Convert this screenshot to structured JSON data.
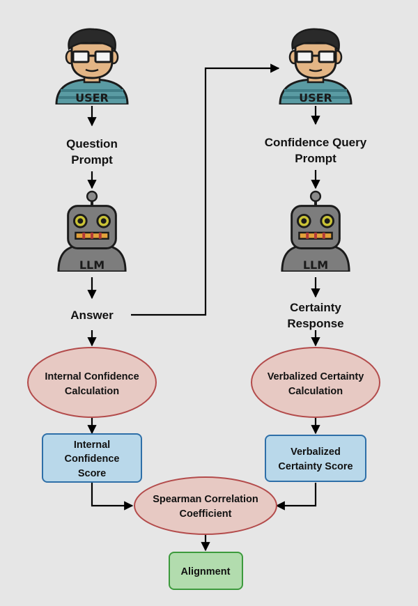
{
  "icons": {
    "user_label": "USER",
    "llm_label": "LLM"
  },
  "left": {
    "question_line1": "Question",
    "question_line2": "Prompt",
    "answer": "Answer",
    "internal_calc_line1": "Internal Confidence",
    "internal_calc_line2": "Calculation",
    "internal_score_line1": "Internal",
    "internal_score_line2": "Confidence",
    "internal_score_line3": "Score"
  },
  "right": {
    "confidence_query_line1": "Confidence Query",
    "confidence_query_line2": "Prompt",
    "certainty_response_line1": "Certainty",
    "certainty_response_line2": "Response",
    "verbal_calc_line1": "Verbalized Certainty",
    "verbal_calc_line2": "Calculation",
    "verbal_score_line1": "Verbalized",
    "verbal_score_line2": "Certainty Score"
  },
  "bottom": {
    "spearman_line1": "Spearman Correlation",
    "spearman_line2": "Coefficient",
    "alignment": "Alignment"
  },
  "colors": {
    "background": "#e6e6e6",
    "ellipse_fill": "#e7c9c3",
    "ellipse_stroke": "#b34b4b",
    "blue_fill": "#b9d8ea",
    "blue_stroke": "#2e6fa8",
    "green_fill": "#b2dcae",
    "green_stroke": "#3c9a3c",
    "arrow": "#000000"
  }
}
